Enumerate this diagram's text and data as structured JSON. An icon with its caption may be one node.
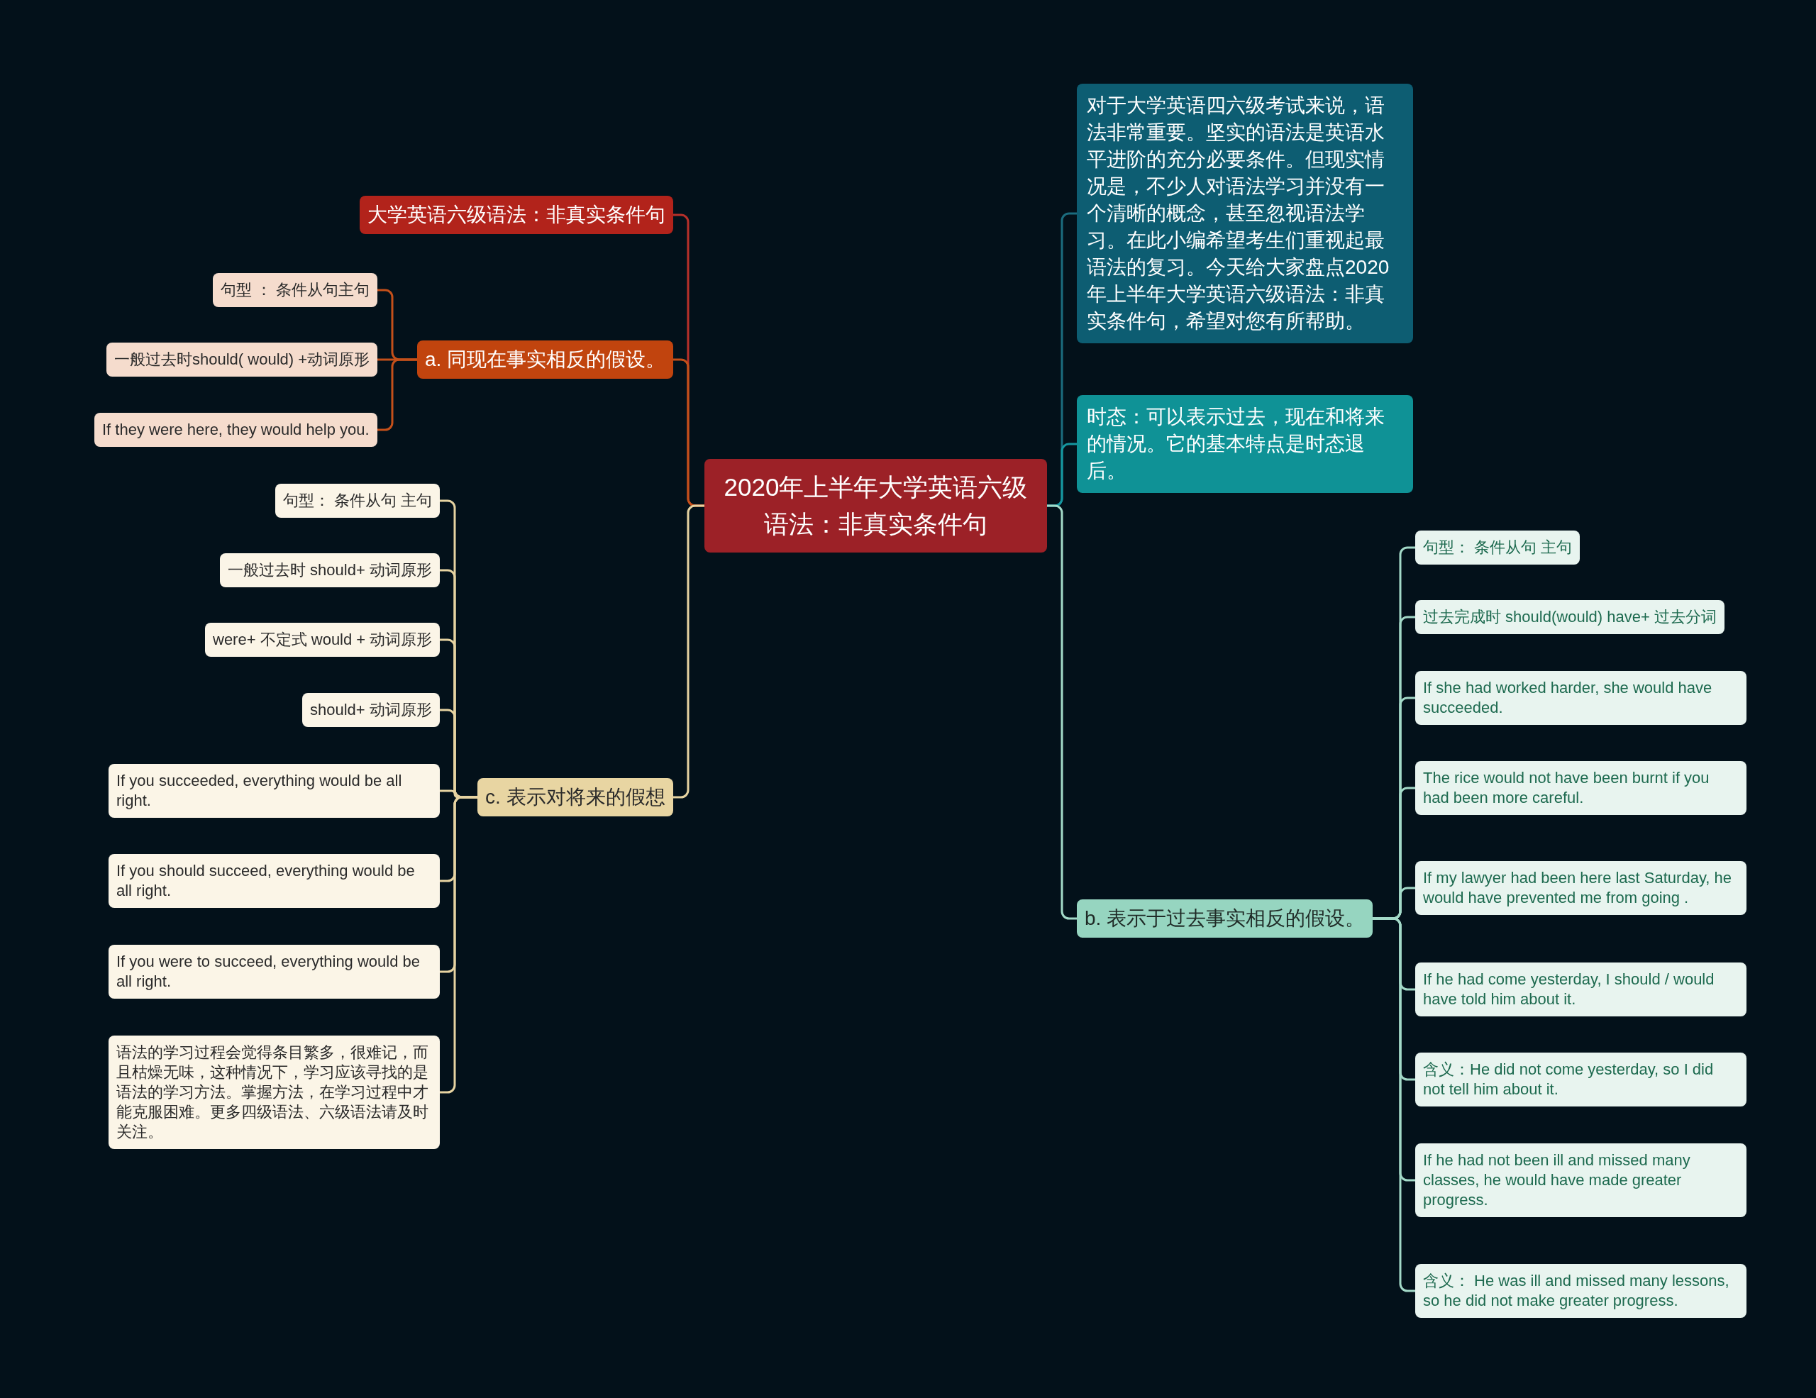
{
  "diagram": {
    "nodes": [
      {
        "text": [
          "2020年上半年大学英语六级语法：非真实条件句"
        ]
      },
      {
        "text": [
          "大学英语六级语法：非真实条件句"
        ]
      },
      {
        "text": [
          "a. 同现在事实相反的假设。"
        ]
      },
      {
        "text": [
          "句型 ： 条件从句主句"
        ]
      },
      {
        "text": [
          "一般过去时should( would) +动词原形"
        ]
      },
      {
        "text": [
          "If they were here, they would help you."
        ]
      },
      {
        "text": [
          "c. 表示对将来的假想"
        ]
      },
      {
        "text": [
          "句型： 条件从句 主句"
        ]
      },
      {
        "text": [
          "一般过去时 should+ 动词原形"
        ]
      },
      {
        "text": [
          "were+ 不定式 would + 动词原形"
        ]
      },
      {
        "text": [
          "should+ 动词原形"
        ]
      },
      {
        "text": [
          "If you succeeded, everything would be all right."
        ]
      },
      {
        "text": [
          "If you should succeed, everything would be all right."
        ]
      },
      {
        "text": [
          "If you were to succeed, everything would be all right."
        ]
      },
      {
        "text": [
          "语法的学习过程会觉得条目繁多，很难记，而且枯燥无味，这种情况下，学习应该寻找的是语法的学习方法。掌握方法，在学习过程中才能克服困难。更多四级语法、六级语法请及时关注。"
        ]
      },
      {
        "text": [
          "对于大学英语四六级考试来说，语法非常重要。坚实的语法是英语水平进阶的充分必要条件。但现实情况是，不少人对语法学习并没有一个清晰的概念，甚至忽视语法学习。在此小编希望考生们重视起最语法的复习。今天给大家盘点2020年上半年大学英语六级语法：非真实条件句，希望对您有所帮助。"
        ]
      },
      {
        "text": [
          "时态：可以表示过去，现在和将来的情况。它的基本特点是时态退后。"
        ]
      },
      {
        "text": [
          "b. 表示于过去事实相反的假设。"
        ]
      },
      {
        "text": [
          "句型： 条件从句 主句"
        ]
      },
      {
        "text": [
          "过去完成时 should(would) have+ 过去分词"
        ]
      },
      {
        "text": [
          "If she had worked harder, she would have succeeded."
        ]
      },
      {
        "text": [
          "The rice would not have been burnt if you had been more careful."
        ]
      },
      {
        "text": [
          "If my lawyer had been here last Saturday, he would have prevented me from going ."
        ]
      },
      {
        "text": [
          "If he had come yesterday, I should / would have told him about it."
        ]
      },
      {
        "text": [
          "含义：He did not come yesterday, so I did not tell him about it."
        ]
      },
      {
        "text": [
          "If he had not been ill and missed many classes, he would have made greater progress."
        ]
      },
      {
        "text": [
          "含义： He was ill and missed many lessons, so he did not make greater progress."
        ]
      }
    ],
    "edges": [
      {
        "from": 0,
        "to": 1,
        "arrow": "none",
        "color": "#b8302a"
      },
      {
        "from": 0,
        "to": 2,
        "arrow": "none",
        "color": "#c4501a"
      },
      {
        "from": 2,
        "to": 3,
        "arrow": "none",
        "color": "#c4501a"
      },
      {
        "from": 2,
        "to": 4,
        "arrow": "none",
        "color": "#c4501a"
      },
      {
        "from": 2,
        "to": 5,
        "arrow": "none",
        "color": "#c4501a"
      },
      {
        "from": 0,
        "to": 6,
        "arrow": "none",
        "color": "#e6d3a1"
      },
      {
        "from": 6,
        "to": 7,
        "arrow": "none",
        "color": "#e6d3a1"
      },
      {
        "from": 6,
        "to": 8,
        "arrow": "none",
        "color": "#e6d3a1"
      },
      {
        "from": 6,
        "to": 9,
        "arrow": "none",
        "color": "#e6d3a1"
      },
      {
        "from": 6,
        "to": 10,
        "arrow": "none",
        "color": "#e6d3a1"
      },
      {
        "from": 6,
        "to": 11,
        "arrow": "none",
        "color": "#e6d3a1"
      },
      {
        "from": 6,
        "to": 12,
        "arrow": "none",
        "color": "#e6d3a1"
      },
      {
        "from": 6,
        "to": 13,
        "arrow": "none",
        "color": "#e6d3a1"
      },
      {
        "from": 6,
        "to": 14,
        "arrow": "none",
        "color": "#e6d3a1"
      },
      {
        "from": 0,
        "to": 15,
        "arrow": "none",
        "color": "#1b6c7e"
      },
      {
        "from": 0,
        "to": 16,
        "arrow": "none",
        "color": "#1597a0"
      },
      {
        "from": 0,
        "to": 17,
        "arrow": "none"
      },
      {
        "from": 17,
        "to": 18,
        "arrow": "none"
      },
      {
        "from": 17,
        "to": 19,
        "arrow": "none"
      },
      {
        "from": 17,
        "to": 20,
        "arrow": "none"
      },
      {
        "from": 17,
        "to": 21,
        "arrow": "none"
      },
      {
        "from": 17,
        "to": 22,
        "arrow": "none"
      },
      {
        "from": 17,
        "to": 23,
        "arrow": "none"
      },
      {
        "from": 17,
        "to": 24,
        "arrow": "none"
      },
      {
        "from": 17,
        "to": 25,
        "arrow": "none"
      },
      {
        "from": 17,
        "to": 26,
        "arrow": "none"
      }
    ]
  }
}
